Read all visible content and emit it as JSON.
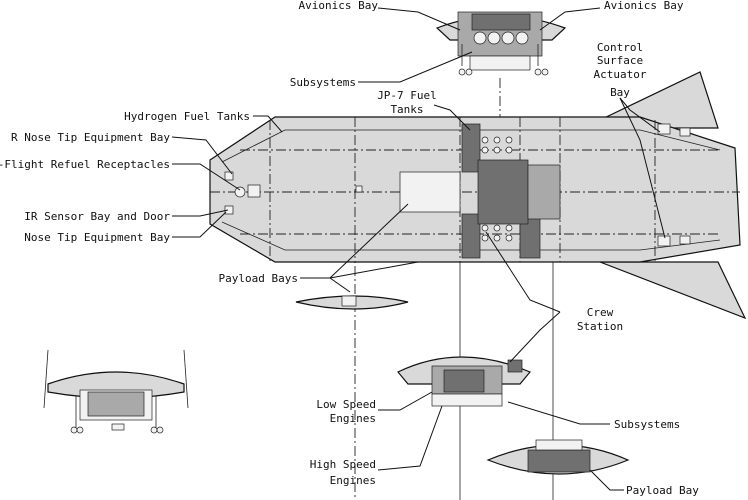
{
  "labels": {
    "avionics_left": "Avionics Bay",
    "avionics_right": "Avionics Bay",
    "control_1": "Control",
    "control_2": "Surface",
    "control_3": "Actuator",
    "control_4": "Bay",
    "subsystems_top": "Subsystems",
    "jp7_1": "JP-7 Fuel",
    "jp7_2": "Tanks",
    "hydrogen": "Hydrogen Fuel Tanks",
    "ir_nose": "R Nose Tip Equipment Bay",
    "refuel": "n-Flight Refuel Receptacles",
    "ir_sensor": "IR Sensor Bay and Door",
    "nose_tip": "Nose Tip Equipment Bay",
    "payload_bays": "Payload Bays",
    "crew_1": "Crew",
    "crew_2": "Station",
    "low_1": "Low Speed",
    "low_2": "Engines",
    "subsystems_bottom": "Subsystems",
    "high_1": "High Speed",
    "high_2": "Engines",
    "payload_bay": "Payload Bay"
  },
  "colors": {
    "hull_fill": "#d9d9d9",
    "dark_fill": "#707070",
    "line": "#111111"
  }
}
